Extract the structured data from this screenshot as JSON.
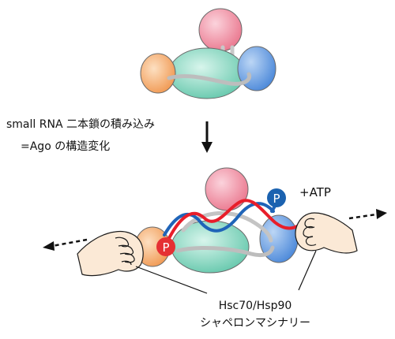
{
  "step_label_line1": "small RNA 二本鎖の積み込み",
  "step_label_line2": "=Ago の構造変化",
  "atp_label": "+ATP",
  "phosphate_label": "P",
  "chaperone_label_line1": "Hsc70/Hsp90",
  "chaperone_label_line2": "シャペロンマシナリー",
  "colors": {
    "domain_orange": "#f2a05a",
    "domain_green": "#6fd0b4",
    "domain_pink": "#ee7c92",
    "domain_blue": "#4f8fe0",
    "rna_red": "#e81e2a",
    "rna_blue": "#1f64b8",
    "linker_gray": "#bdbdbd",
    "phosphate_red": "#e53033",
    "phosphate_blue": "#1b62b0"
  }
}
